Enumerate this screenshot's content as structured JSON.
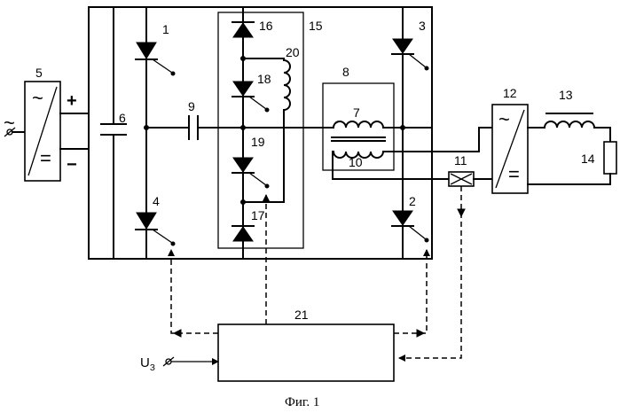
{
  "labels": {
    "l1": "1",
    "l2": "2",
    "l3": "3",
    "l4": "4",
    "l5": "5",
    "l6": "6",
    "l7": "7",
    "l8": "8",
    "l9": "9",
    "l10": "10",
    "l11": "11",
    "l12": "12",
    "l13": "13",
    "l14": "14",
    "l15": "15",
    "l16": "16",
    "l17": "17",
    "l18": "18",
    "l19": "19",
    "l20": "20",
    "l21": "21"
  },
  "symbols": {
    "ac_input": "~",
    "plus": "+",
    "minus": "−",
    "conv5_ac": "~",
    "conv5_dc": "=",
    "conv12_ac": "~",
    "conv12_dc": "=",
    "control_input_u": "U",
    "control_input_sub": "З"
  },
  "caption": "Фиг. 1"
}
